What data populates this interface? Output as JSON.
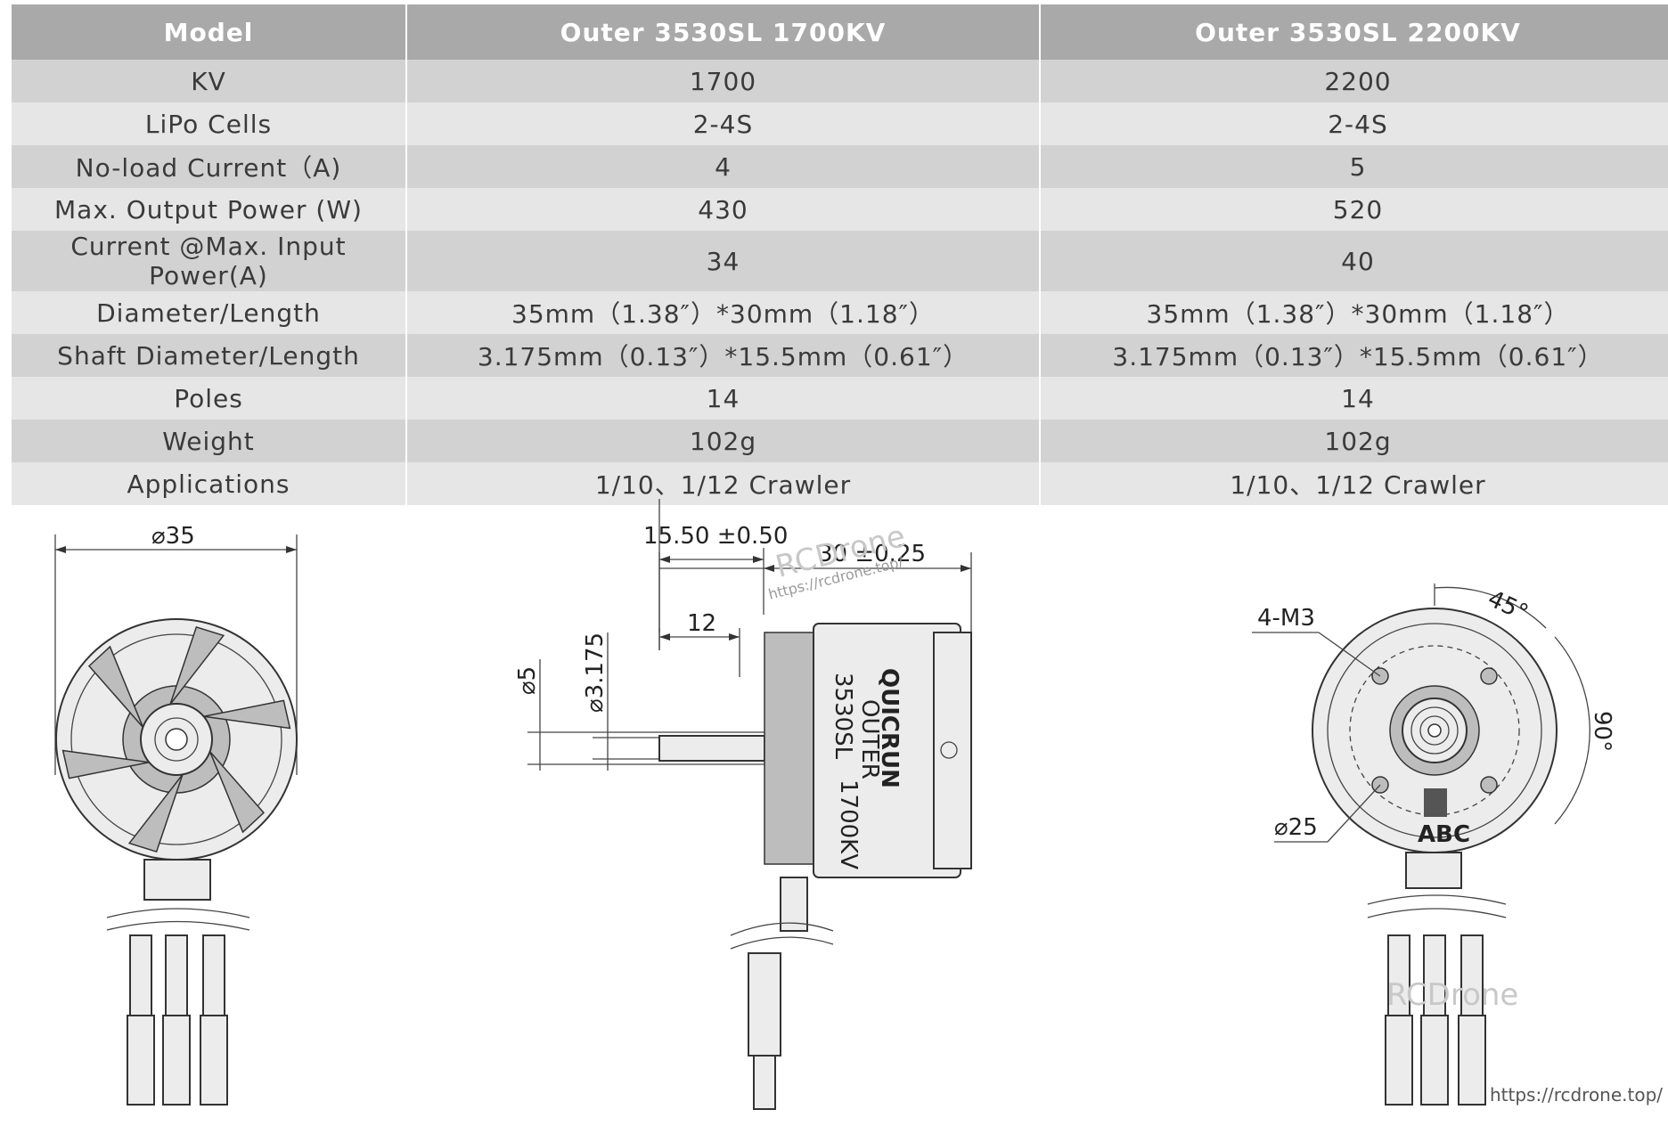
{
  "table": {
    "headers": [
      "Model",
      "Outer 3530SL 1700KV",
      "Outer 3530SL 2200KV"
    ],
    "rows": [
      [
        "KV",
        "1700",
        "2200"
      ],
      [
        "LiPo Cells",
        "2-4S",
        "2-4S"
      ],
      [
        "No-load Current（A)",
        "4",
        "5"
      ],
      [
        "Max. Output Power (W)",
        "430",
        "520"
      ],
      [
        "Current @Max. Input Power(A)",
        "34",
        "40"
      ],
      [
        "Diameter/Length",
        "35mm（1.38″）*30mm（1.18″）",
        "35mm（1.38″）*30mm（1.18″）"
      ],
      [
        "Shaft Diameter/Length",
        "3.175mm（0.13″）*15.5mm（0.61″）",
        "3.175mm（0.13″）*15.5mm（0.61″）"
      ],
      [
        "Poles",
        "14",
        "14"
      ],
      [
        "Weight",
        "102g",
        "102g"
      ],
      [
        "Applications",
        "1/10、1/12 Crawler",
        "1/10、1/12 Crawler"
      ]
    ]
  },
  "drawing": {
    "front_diameter": "⌀35",
    "shaft_length": "15.50 ±0.50",
    "body_length": "30 ±0.25",
    "shaft_flat": "12",
    "shaft_outer_dia": "⌀5",
    "shaft_dia": "⌀3.175",
    "mount_screws": "4-M3",
    "angle_45": "45°",
    "angle_90": "90°",
    "mount_circle": "⌀25",
    "phase_labels": [
      "A",
      "B",
      "C"
    ],
    "can_text": [
      "QUICRUN",
      "OUTER",
      "3530SL",
      "1700KV"
    ]
  },
  "watermark": {
    "text": "RCDrone",
    "url_small": "https://rcdrone.top/",
    "url_footer": "https://rcdrone.top/"
  }
}
